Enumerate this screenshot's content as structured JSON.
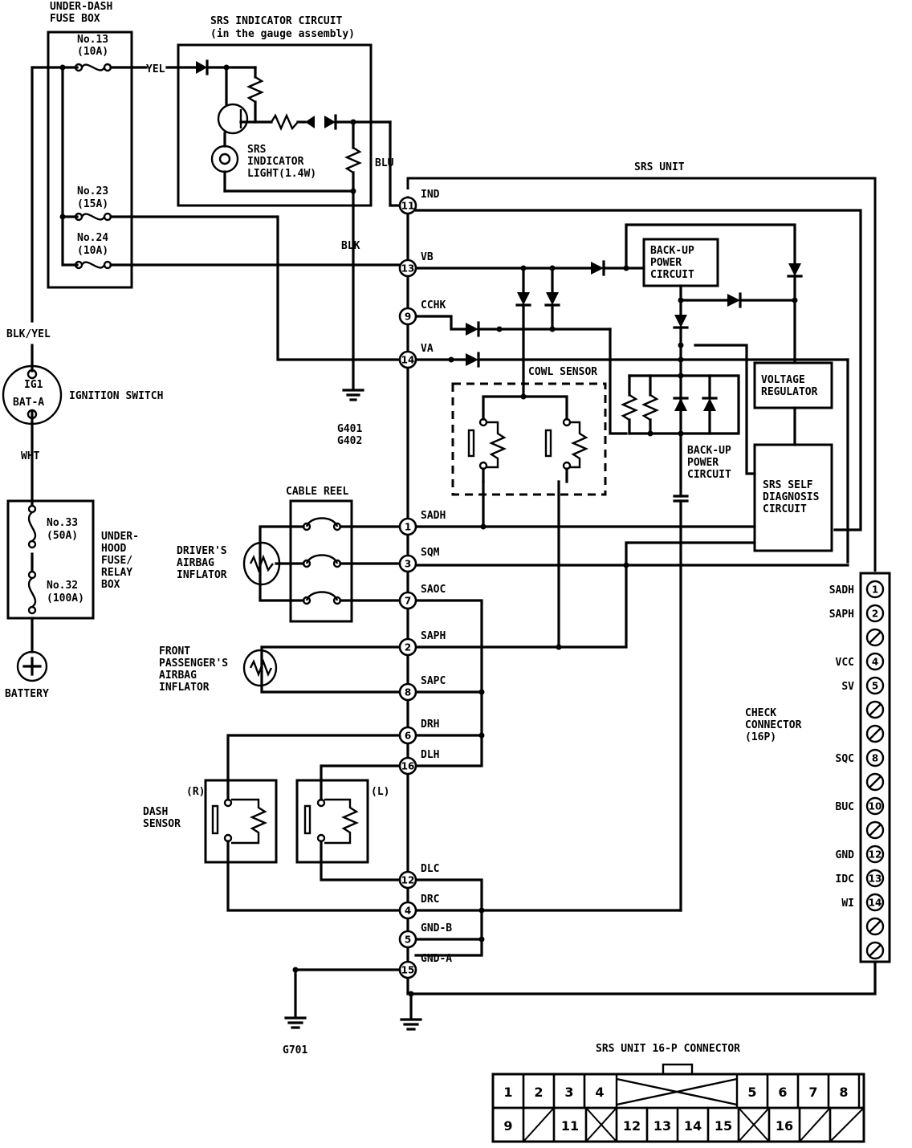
{
  "under_dash": {
    "title": [
      "UNDER-DASH",
      "FUSE BOX"
    ],
    "fuse13": [
      "No.13",
      "(10A)"
    ],
    "fuse23": [
      "No.23",
      "(15A)"
    ],
    "fuse24": [
      "No.24",
      "(10A)"
    ]
  },
  "wires": {
    "yel": "YEL",
    "blu": "BLU",
    "blk": "BLK",
    "blk_yel": "BLK/YEL",
    "wht": "WHT"
  },
  "indicator": {
    "title": [
      "SRS INDICATOR CIRCUIT",
      "(in the gauge assembly)"
    ],
    "light": [
      "SRS",
      "INDICATOR",
      "LIGHT(1.4W)"
    ]
  },
  "ignition": {
    "ig1": "IG1",
    "bat": "BAT-A",
    "label": "IGNITION SWITCH"
  },
  "under_hood": {
    "fuse33": [
      "No.33",
      "(50A)"
    ],
    "fuse32": [
      "No.32",
      "(100A)"
    ],
    "label": [
      "UNDER-",
      "HOOD",
      "FUSE/",
      "RELAY",
      "BOX"
    ]
  },
  "battery": "BATTERY",
  "grounds": {
    "g401": [
      "G401",
      "G402"
    ],
    "g701": "G701"
  },
  "srs_unit": {
    "title": "SRS UNIT",
    "backup_power": [
      "BACK-UP",
      "POWER",
      "CIRCUIT"
    ],
    "backup_power2": [
      "BACK-UP",
      "POWER",
      "CIRCUIT"
    ],
    "voltage_regulator": [
      "VOLTAGE",
      "REGULATOR"
    ],
    "self_diag": [
      "SRS SELF",
      "DIAGNOSIS",
      "CIRCUIT"
    ],
    "cowl_sensor": "COWL SENSOR"
  },
  "pins": [
    {
      "num": "11",
      "name": "IND"
    },
    {
      "num": "13",
      "name": "VB"
    },
    {
      "num": "9",
      "name": "CCHK"
    },
    {
      "num": "14",
      "name": "VA"
    },
    {
      "num": "1",
      "name": "SADH"
    },
    {
      "num": "3",
      "name": "SQM"
    },
    {
      "num": "7",
      "name": "SAOC"
    },
    {
      "num": "2",
      "name": "SAPH"
    },
    {
      "num": "8",
      "name": "SAPC"
    },
    {
      "num": "6",
      "name": "DRH"
    },
    {
      "num": "16",
      "name": "DLH"
    },
    {
      "num": "12",
      "name": "DLC"
    },
    {
      "num": "4",
      "name": "DRC"
    },
    {
      "num": "5",
      "name": "GND-B"
    },
    {
      "num": "15",
      "name": "GND-A"
    }
  ],
  "cable_reel": "CABLE REEL",
  "driver_airbag": [
    "DRIVER'S",
    "AIRBAG",
    "INFLATOR"
  ],
  "passenger_airbag": [
    "FRONT",
    "PASSENGER'S",
    "AIRBAG",
    "INFLATOR"
  ],
  "dash_sensor": {
    "label": [
      "DASH",
      "SENSOR"
    ],
    "r": "(R)",
    "l": "(L)"
  },
  "check_connector": {
    "label": [
      "CHECK",
      "CONNECTOR",
      "(16P)"
    ],
    "terminals": [
      {
        "num": "1",
        "name": "SADH"
      },
      {
        "num": "2",
        "name": "SAPH"
      },
      {
        "num": "",
        "name": ""
      },
      {
        "num": "4",
        "name": "VCC"
      },
      {
        "num": "5",
        "name": "SV"
      },
      {
        "num": "",
        "name": ""
      },
      {
        "num": "",
        "name": ""
      },
      {
        "num": "8",
        "name": "SQC"
      },
      {
        "num": "",
        "name": ""
      },
      {
        "num": "10",
        "name": "BUC"
      },
      {
        "num": "",
        "name": ""
      },
      {
        "num": "12",
        "name": "GND"
      },
      {
        "num": "13",
        "name": "IDC"
      },
      {
        "num": "14",
        "name": "WI"
      },
      {
        "num": "",
        "name": ""
      },
      {
        "num": "",
        "name": ""
      }
    ]
  },
  "unit_connector": {
    "title": "SRS UNIT 16-P CONNECTOR",
    "row1": [
      "1",
      "2",
      "3",
      "4",
      "5",
      "6",
      "7",
      "8"
    ],
    "row2": [
      "9",
      "",
      "11",
      "",
      "12",
      "13",
      "14",
      "15",
      "",
      "16",
      "",
      ""
    ]
  }
}
